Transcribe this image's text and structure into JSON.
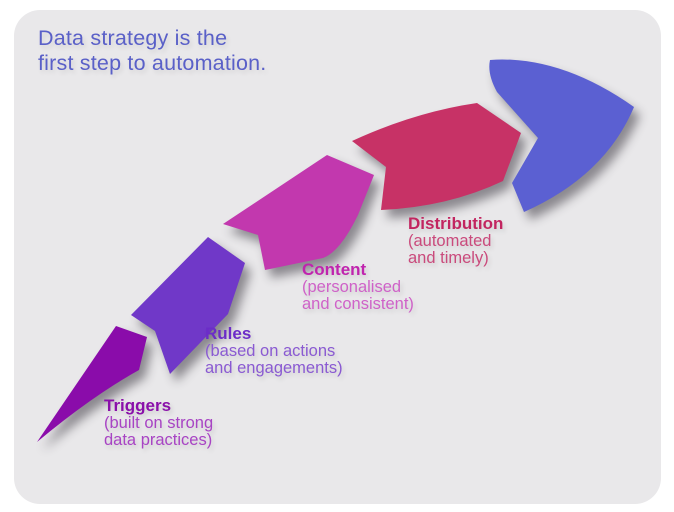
{
  "card": {
    "background": "#e9e8ea",
    "page_background": "#ffffff"
  },
  "title": {
    "text": "Data strategy is the\nfirst step to automation.",
    "color": "#5a60c8"
  },
  "steps": [
    {
      "name": "Triggers",
      "detail": "(built on strong\ndata practices)",
      "segment_fill": "#8a0caa",
      "name_color": "#8a10aa",
      "detail_color": "#a844c4"
    },
    {
      "name": "Rules",
      "detail": "(based on actions\nand engagements)",
      "segment_fill": "#7038c8",
      "name_color": "#6c2cc8",
      "detail_color": "#8a5ad2"
    },
    {
      "name": "Content",
      "detail": "(personalised\nand consistent)",
      "segment_fill": "#c238ae",
      "name_color": "#c024ae",
      "detail_color": "#cf62c8"
    },
    {
      "name": "Distribution",
      "detail": "(automated\nand timely)",
      "segment_fill": "#c73266",
      "name_color": "#c22560",
      "detail_color": "#ca4a7c"
    }
  ],
  "arrow_head": {
    "segment_fill": "#5b60d2"
  }
}
